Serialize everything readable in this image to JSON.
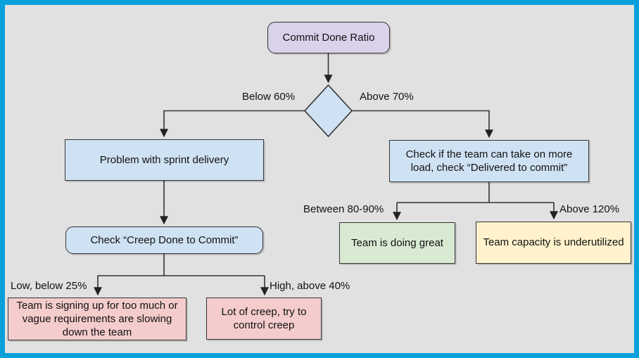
{
  "frame": {
    "border_color": "#09a0db",
    "background": "#e1e1e1",
    "line_color": "#333333"
  },
  "nodes": {
    "root": {
      "label": "Commit Done Ratio",
      "fill": "#d9d2e9",
      "shape": "rounded-rect"
    },
    "decision": {
      "label": "",
      "fill": "#cfe2f3",
      "shape": "diamond"
    },
    "problem_delivery": {
      "label": "Problem with sprint delivery",
      "fill": "#cfe2f3",
      "shape": "rect"
    },
    "check_take_more": {
      "label": "Check if the team can take on more load, check “Delivered to commit”",
      "fill": "#cfe2f3",
      "shape": "rect"
    },
    "check_creep": {
      "label": "Check “Creep Done to Commit”",
      "fill": "#cfe2f3",
      "shape": "rounded-rect"
    },
    "signing_up_too_much": {
      "label": "Team is signing up for too much or vague requirements are slowing down the team",
      "fill": "#f4cccc",
      "shape": "rect"
    },
    "lot_of_creep": {
      "label": "Lot of creep, try to control creep",
      "fill": "#f4cccc",
      "shape": "rect"
    },
    "doing_great": {
      "label": "Team is doing great",
      "fill": "#d9ead3",
      "shape": "rect"
    },
    "capacity_underutilized": {
      "label": "Team capacity is underutilized",
      "fill": "#fff2cc",
      "shape": "rect"
    }
  },
  "edge_labels": {
    "below_60": "Below 60%",
    "above_70": "Above 70%",
    "between_80_90": "Between 80-90%",
    "above_120": "Above 120%",
    "low_below_25": "Low, below 25%",
    "high_above_40": "High, above 40%"
  },
  "edges": [
    {
      "from": "root",
      "to": "decision",
      "label": ""
    },
    {
      "from": "decision",
      "to": "problem_delivery",
      "label": "Below 60%"
    },
    {
      "from": "decision",
      "to": "check_take_more",
      "label": "Above 70%"
    },
    {
      "from": "problem_delivery",
      "to": "check_creep",
      "label": ""
    },
    {
      "from": "check_creep",
      "to": "signing_up_too_much",
      "label": "Low, below 25%"
    },
    {
      "from": "check_creep",
      "to": "lot_of_creep",
      "label": "High, above 40%"
    },
    {
      "from": "check_take_more",
      "to": "doing_great",
      "label": "Between 80-90%"
    },
    {
      "from": "check_take_more",
      "to": "capacity_underutilized",
      "label": "Above 120%"
    }
  ]
}
